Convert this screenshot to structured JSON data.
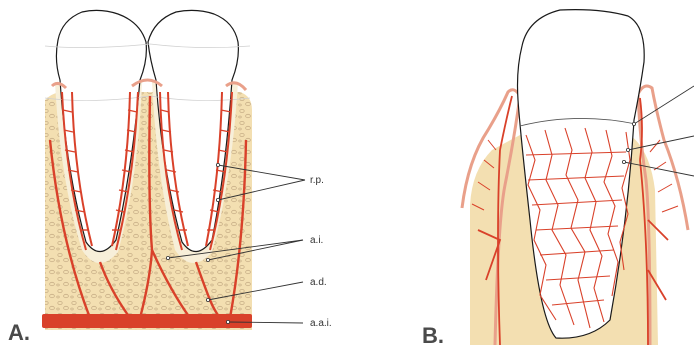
{
  "panels": {
    "a": {
      "label": "A."
    },
    "b": {
      "label": "B."
    }
  },
  "annotations": {
    "rp": "r.p.",
    "ai": "a.i.",
    "ad": "a.d.",
    "aai": "a.a.i."
  },
  "colors": {
    "bone": "#f3dfb1",
    "bone_pore": "#c9b088",
    "vessel": "#d9412a",
    "tooth": "#ffffff",
    "outline": "#1a1a1a",
    "gingiva": "#e9a08a"
  }
}
